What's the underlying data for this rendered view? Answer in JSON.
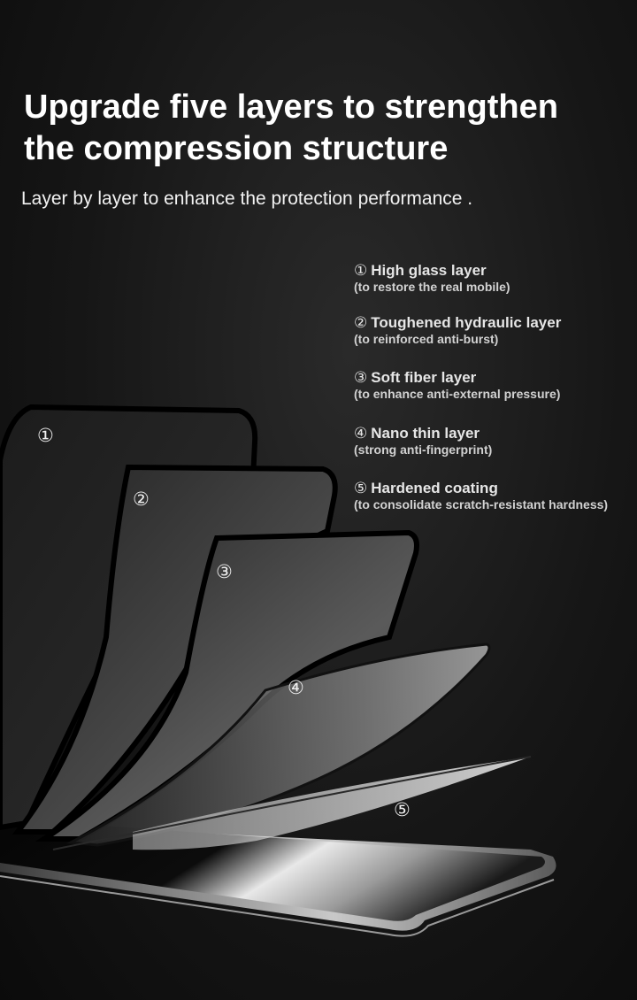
{
  "headline": {
    "line1": "Upgrade five layers to strengthen",
    "line2": "the compression structure"
  },
  "subline": "Layer by layer to enhance the protection performance .",
  "layers": [
    {
      "num": "①",
      "title": "High glass layer",
      "desc": " (to restore the real mobile)"
    },
    {
      "num": "②",
      "title": "Toughened hydraulic layer",
      "desc": "(to reinforced anti-burst)"
    },
    {
      "num": "③",
      "title": "Soft fiber layer",
      "desc": "(to enhance anti-external pressure)"
    },
    {
      "num": "④",
      "title": "Nano thin layer",
      "desc": "(strong anti-fingerprint)"
    },
    {
      "num": "⑤",
      "title": "Hardened coating",
      "desc": "(to consolidate scratch-resistant hardness)"
    }
  ],
  "markers": [
    "①",
    "②",
    "③",
    "④",
    "⑤"
  ],
  "colors": {
    "background": "#151515",
    "text": "#ffffff",
    "label": "#e6e6e6"
  }
}
